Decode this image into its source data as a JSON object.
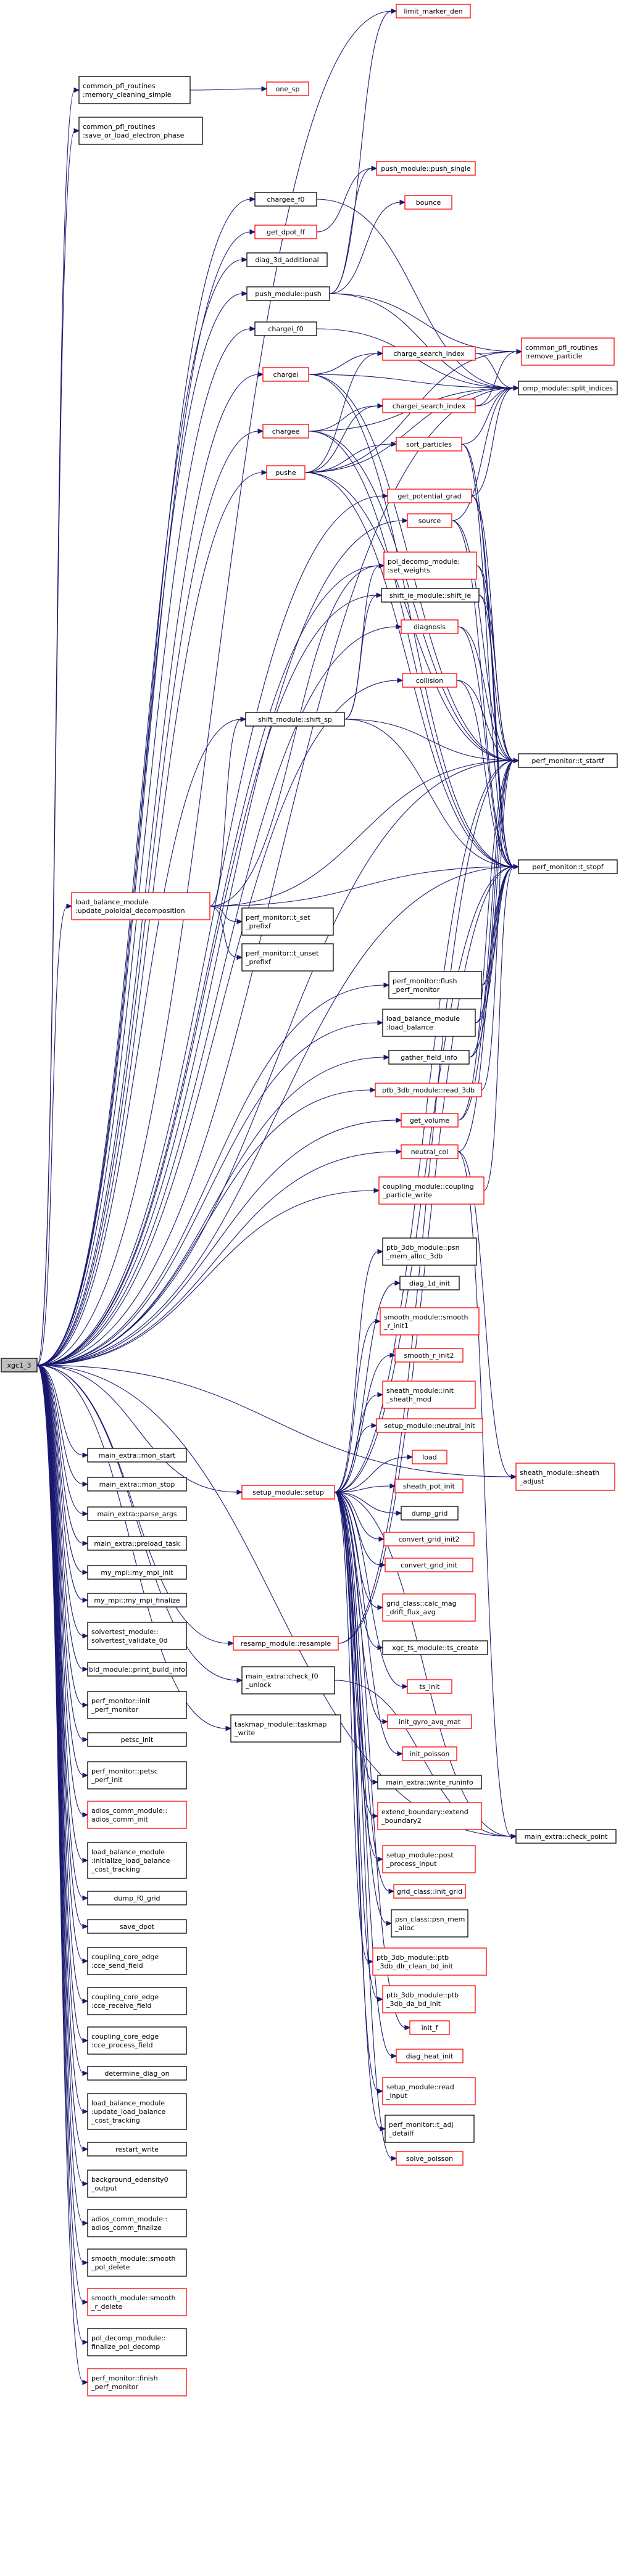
{
  "graph": {
    "root": "xgc1_3",
    "colors": {
      "edge": "#191970",
      "link_node": "#ff0000",
      "plain_node": "#000000",
      "root_fill": "#bfbfbf"
    },
    "nodes": [
      {
        "id": "xgc1_3",
        "lines": [
          "xgc1_3"
        ],
        "style": "root"
      },
      {
        "id": "limit_marker_den",
        "lines": [
          "limit_marker_den"
        ],
        "style": "red"
      },
      {
        "id": "mem_clean",
        "lines": [
          "common_pfl_routines",
          ":memory_cleaning_simple"
        ],
        "style": "black"
      },
      {
        "id": "one_sp",
        "lines": [
          "one_sp"
        ],
        "style": "red"
      },
      {
        "id": "save_load",
        "lines": [
          "common_pfl_routines",
          ":save_or_load_electron_phase"
        ],
        "style": "black"
      },
      {
        "id": "chargee_f0",
        "lines": [
          "chargee_f0"
        ],
        "style": "black"
      },
      {
        "id": "push_single",
        "lines": [
          "push_module::push_single"
        ],
        "style": "red"
      },
      {
        "id": "get_dpot_ff",
        "lines": [
          "get_dpot_ff"
        ],
        "style": "red"
      },
      {
        "id": "bounce",
        "lines": [
          "bounce"
        ],
        "style": "red"
      },
      {
        "id": "diag_3d_additional",
        "lines": [
          "diag_3d_additional"
        ],
        "style": "black"
      },
      {
        "id": "push_module_push",
        "lines": [
          "push_module::push"
        ],
        "style": "black"
      },
      {
        "id": "common_remove",
        "lines": [
          "common_pfl_routines",
          ":remove_particle"
        ],
        "style": "red"
      },
      {
        "id": "chargei_f0",
        "lines": [
          "chargei_f0"
        ],
        "style": "black"
      },
      {
        "id": "charge_search_index",
        "lines": [
          "charge_search_index"
        ],
        "style": "red"
      },
      {
        "id": "split_indices",
        "lines": [
          "omp_module::split_indices"
        ],
        "style": "black"
      },
      {
        "id": "chargei",
        "lines": [
          "chargei"
        ],
        "style": "red"
      },
      {
        "id": "chargei_search_index",
        "lines": [
          "chargei_search_index"
        ],
        "style": "red"
      },
      {
        "id": "chargee",
        "lines": [
          "chargee"
        ],
        "style": "red"
      },
      {
        "id": "sort_particles",
        "lines": [
          "sort_particles"
        ],
        "style": "red"
      },
      {
        "id": "pushe",
        "lines": [
          "pushe"
        ],
        "style": "red"
      },
      {
        "id": "get_potential_grad",
        "lines": [
          "get_potential_grad"
        ],
        "style": "red"
      },
      {
        "id": "source",
        "lines": [
          "source"
        ],
        "style": "red"
      },
      {
        "id": "pol_decomp_set_weights",
        "lines": [
          "pol_decomp_module:",
          ":set_weights"
        ],
        "style": "red"
      },
      {
        "id": "shift_ie",
        "lines": [
          "shift_ie_module::shift_ie"
        ],
        "style": "black"
      },
      {
        "id": "t_startf",
        "lines": [
          "perf_monitor::t_startf"
        ],
        "style": "black"
      },
      {
        "id": "diagnosis",
        "lines": [
          "diagnosis"
        ],
        "style": "red"
      },
      {
        "id": "collision",
        "lines": [
          "collision"
        ],
        "style": "red"
      },
      {
        "id": "shift_sp",
        "lines": [
          "shift_module::shift_sp"
        ],
        "style": "black"
      },
      {
        "id": "t_stopf",
        "lines": [
          "perf_monitor::t_stopf"
        ],
        "style": "black"
      },
      {
        "id": "lb_update_pol",
        "lines": [
          "load_balance_module",
          ":update_poloidal_decomposition"
        ],
        "style": "red"
      },
      {
        "id": "t_set_prefixf",
        "lines": [
          "perf_monitor::t_set",
          "_prefixf"
        ],
        "style": "black"
      },
      {
        "id": "t_unset_prefixf",
        "lines": [
          "perf_monitor::t_unset",
          "_prefixf"
        ],
        "style": "black"
      },
      {
        "id": "flush_perf",
        "lines": [
          "perf_monitor::flush",
          "_perf_monitor"
        ],
        "style": "black"
      },
      {
        "id": "lb_load_balance",
        "lines": [
          "load_balance_module",
          ":load_balance"
        ],
        "style": "black"
      },
      {
        "id": "gather_field_info",
        "lines": [
          "gather_field_info"
        ],
        "style": "black"
      },
      {
        "id": "ptb_read_3db",
        "lines": [
          "ptb_3db_module::read_3db"
        ],
        "style": "red"
      },
      {
        "id": "get_volume",
        "lines": [
          "get_volume"
        ],
        "style": "red"
      },
      {
        "id": "neutral_col",
        "lines": [
          "neutral_col"
        ],
        "style": "red"
      },
      {
        "id": "coupling_particle_write",
        "lines": [
          "coupling_module::coupling",
          "_particle_write"
        ],
        "style": "red"
      },
      {
        "id": "ptb_psn_mem",
        "lines": [
          "ptb_3db_module::psn",
          "_mem_alloc_3db"
        ],
        "style": "black"
      },
      {
        "id": "diag_1d_init",
        "lines": [
          "diag_1d_init"
        ],
        "style": "black"
      },
      {
        "id": "smooth_r_init1",
        "lines": [
          "smooth_module::smooth",
          "_r_init1"
        ],
        "style": "red"
      },
      {
        "id": "smooth_r_init2",
        "lines": [
          "smooth_r_init2"
        ],
        "style": "red"
      },
      {
        "id": "sheath_init",
        "lines": [
          "sheath_module::init",
          "_sheath_mod"
        ],
        "style": "red"
      },
      {
        "id": "neutral_init",
        "lines": [
          "setup_module::neutral_init"
        ],
        "style": "red"
      },
      {
        "id": "sheath_adjust",
        "lines": [
          "sheath_module::sheath",
          "_adjust"
        ],
        "style": "red"
      },
      {
        "id": "load",
        "lines": [
          "load"
        ],
        "style": "red"
      },
      {
        "id": "setup",
        "lines": [
          "setup_module::setup"
        ],
        "style": "red"
      },
      {
        "id": "sheath_pot_init",
        "lines": [
          "sheath_pot_init"
        ],
        "style": "red"
      },
      {
        "id": "dump_grid",
        "lines": [
          "dump_grid"
        ],
        "style": "black"
      },
      {
        "id": "convert_grid_init2",
        "lines": [
          "convert_grid_init2"
        ],
        "style": "red"
      },
      {
        "id": "convert_grid_init",
        "lines": [
          "convert_grid_init"
        ],
        "style": "red"
      },
      {
        "id": "check_point",
        "lines": [
          "main_extra::check_point"
        ],
        "style": "black"
      },
      {
        "id": "calc_mag_drift",
        "lines": [
          "grid_class::calc_mag",
          "_drift_flux_avg"
        ],
        "style": "red"
      },
      {
        "id": "resamp",
        "lines": [
          "resamp_module::resample"
        ],
        "style": "red"
      },
      {
        "id": "ts_create",
        "lines": [
          "xgc_ts_module::ts_create"
        ],
        "style": "black"
      },
      {
        "id": "check_f0_unlock",
        "lines": [
          "main_extra::check_f0",
          "_unlock"
        ],
        "style": "black"
      },
      {
        "id": "ts_init",
        "lines": [
          "ts_init"
        ],
        "style": "red"
      },
      {
        "id": "taskmap_write",
        "lines": [
          "taskmap_module::taskmap",
          "_write"
        ],
        "style": "black"
      },
      {
        "id": "init_gyro_avg_mat",
        "lines": [
          "init_gyro_avg_mat"
        ],
        "style": "red"
      },
      {
        "id": "init_poisson",
        "lines": [
          "init_poisson"
        ],
        "style": "red"
      },
      {
        "id": "write_runinfo",
        "lines": [
          "main_extra::write_runinfo"
        ],
        "style": "black"
      },
      {
        "id": "extend_boundary",
        "lines": [
          "extend_boundary::extend",
          "_boundary2"
        ],
        "style": "red"
      },
      {
        "id": "post_process_input",
        "lines": [
          "setup_module::post",
          "_process_input"
        ],
        "style": "red"
      },
      {
        "id": "init_grid",
        "lines": [
          "grid_class::init_grid"
        ],
        "style": "red"
      },
      {
        "id": "psn_mem_alloc",
        "lines": [
          "psn_class::psn_mem",
          "_alloc"
        ],
        "style": "black"
      },
      {
        "id": "ptb_dlr_clean",
        "lines": [
          "ptb_3db_module::ptb",
          "_3db_dlr_clean_bd_init"
        ],
        "style": "red"
      },
      {
        "id": "ptb_da_bd",
        "lines": [
          "ptb_3db_module::ptb",
          "_3db_da_bd_init"
        ],
        "style": "red"
      },
      {
        "id": "init_f",
        "lines": [
          "init_f"
        ],
        "style": "red"
      },
      {
        "id": "diag_heat_init",
        "lines": [
          "diag_heat_init"
        ],
        "style": "red"
      },
      {
        "id": "read_input",
        "lines": [
          "setup_module::read",
          "_input"
        ],
        "style": "red"
      },
      {
        "id": "t_adj_detailf",
        "lines": [
          "perf_monitor::t_adj",
          "_detailf"
        ],
        "style": "black"
      },
      {
        "id": "solve_poisson",
        "lines": [
          "solve_poisson"
        ],
        "style": "red"
      },
      {
        "id": "mon_start",
        "lines": [
          "main_extra::mon_start"
        ],
        "style": "black"
      },
      {
        "id": "mon_stop",
        "lines": [
          "main_extra::mon_stop"
        ],
        "style": "black"
      },
      {
        "id": "parse_args",
        "lines": [
          "main_extra::parse_args"
        ],
        "style": "black"
      },
      {
        "id": "preload_task",
        "lines": [
          "main_extra::preload_task"
        ],
        "style": "black"
      },
      {
        "id": "my_mpi_init",
        "lines": [
          "my_mpi::my_mpi_init"
        ],
        "style": "black"
      },
      {
        "id": "my_mpi_finalize",
        "lines": [
          "my_mpi::my_mpi_finalize"
        ],
        "style": "black"
      },
      {
        "id": "solvertest_validate",
        "lines": [
          "solvertest_module::",
          "solvertest_validate_0d"
        ],
        "style": "black"
      },
      {
        "id": "bld_print",
        "lines": [
          "bld_module::print_build_info"
        ],
        "style": "black"
      },
      {
        "id": "init_perf_monitor",
        "lines": [
          "perf_monitor::init",
          "_perf_monitor"
        ],
        "style": "black"
      },
      {
        "id": "petsc_init",
        "lines": [
          "petsc_init"
        ],
        "style": "black"
      },
      {
        "id": "petsc_perf_init",
        "lines": [
          "perf_monitor::petsc",
          "_perf_init"
        ],
        "style": "black"
      },
      {
        "id": "adios_comm_init",
        "lines": [
          "adios_comm_module::",
          "adios_comm_init"
        ],
        "style": "red"
      },
      {
        "id": "lb_init_cost",
        "lines": [
          "load_balance_module",
          ":initialize_load_balance",
          "_cost_tracking"
        ],
        "style": "black"
      },
      {
        "id": "dump_f0_grid",
        "lines": [
          "dump_f0_grid"
        ],
        "style": "black"
      },
      {
        "id": "save_dpot",
        "lines": [
          "save_dpot"
        ],
        "style": "black"
      },
      {
        "id": "cce_send",
        "lines": [
          "coupling_core_edge",
          ":cce_send_field"
        ],
        "style": "black"
      },
      {
        "id": "cce_receive",
        "lines": [
          "coupling_core_edge",
          ":cce_receive_field"
        ],
        "style": "black"
      },
      {
        "id": "cce_process",
        "lines": [
          "coupling_core_edge",
          ":cce_process_field"
        ],
        "style": "black"
      },
      {
        "id": "determine_diag_on",
        "lines": [
          "determine_diag_on"
        ],
        "style": "black"
      },
      {
        "id": "lb_update_cost",
        "lines": [
          "load_balance_module",
          ":update_load_balance",
          "_cost_tracking"
        ],
        "style": "black"
      },
      {
        "id": "restart_write",
        "lines": [
          "restart_write"
        ],
        "style": "black"
      },
      {
        "id": "bg_adensity",
        "lines": [
          "background_edensity0",
          "_output"
        ],
        "style": "black"
      },
      {
        "id": "adios_comm_finalize",
        "lines": [
          "adios_comm_module::",
          "adios_comm_finalize"
        ],
        "style": "black"
      },
      {
        "id": "smooth_pol_delete",
        "lines": [
          "smooth_module::smooth",
          "_pol_delete"
        ],
        "style": "black"
      },
      {
        "id": "smooth_r_delete",
        "lines": [
          "smooth_module::smooth",
          "_r_delete"
        ],
        "style": "red"
      },
      {
        "id": "finalize_pol_decomp",
        "lines": [
          "pol_decomp_module::",
          "finalize_pol_decomp"
        ],
        "style": "black"
      },
      {
        "id": "finish_perf",
        "lines": [
          "perf_monitor::finish",
          "_perf_monitor"
        ],
        "style": "red"
      }
    ]
  }
}
